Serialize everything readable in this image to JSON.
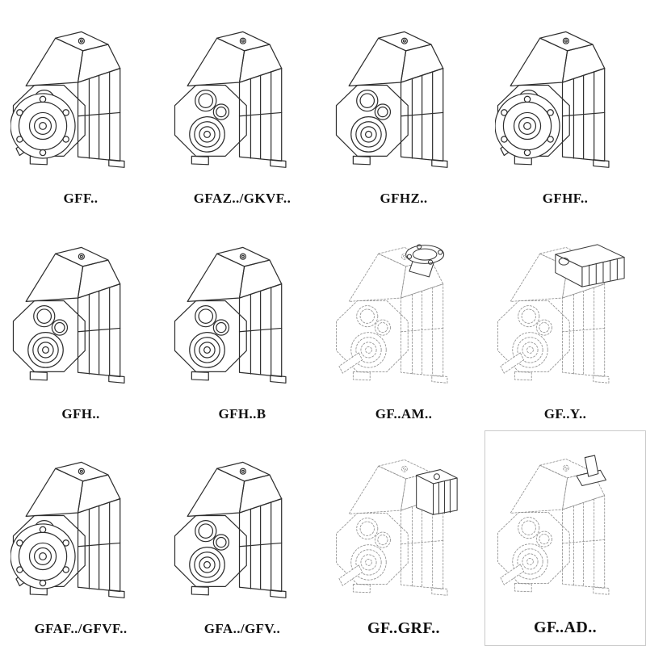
{
  "page": {
    "background": "#ffffff",
    "ink_color": "#2e2e2e",
    "ghost_color": "#949494"
  },
  "catalog": {
    "cells": [
      {
        "label": "GFF..",
        "drawing": "gearbox-flange-output-icon"
      },
      {
        "label": "GFAZ../GKVF..",
        "drawing": "gearbox-hollow-shaft-icon"
      },
      {
        "label": "GFHZ..",
        "drawing": "gearbox-hollow-shaft-icon"
      },
      {
        "label": "GFHF..",
        "drawing": "gearbox-flange-output-icon"
      },
      {
        "label": "GFH..",
        "drawing": "gearbox-hollow-shaft-icon"
      },
      {
        "label": "GFH..B",
        "drawing": "gearbox-foot-mounted-icon"
      },
      {
        "label": "GF..AM..",
        "drawing": "gearbox-input-flange-dashed-icon"
      },
      {
        "label": "GF..Y..",
        "drawing": "gearbox-motor-mounted-dashed-icon"
      },
      {
        "label": "GFAF../GFVF..",
        "drawing": "gearbox-flange-output-icon"
      },
      {
        "label": "GFA../GFV..",
        "drawing": "gearbox-hollow-shaft-icon"
      },
      {
        "label": "GF..GRF..",
        "drawing": "gearbox-input-adapter-dashed-icon"
      },
      {
        "label": "GF..AD..",
        "drawing": "gearbox-top-shaft-dashed-icon"
      }
    ]
  }
}
